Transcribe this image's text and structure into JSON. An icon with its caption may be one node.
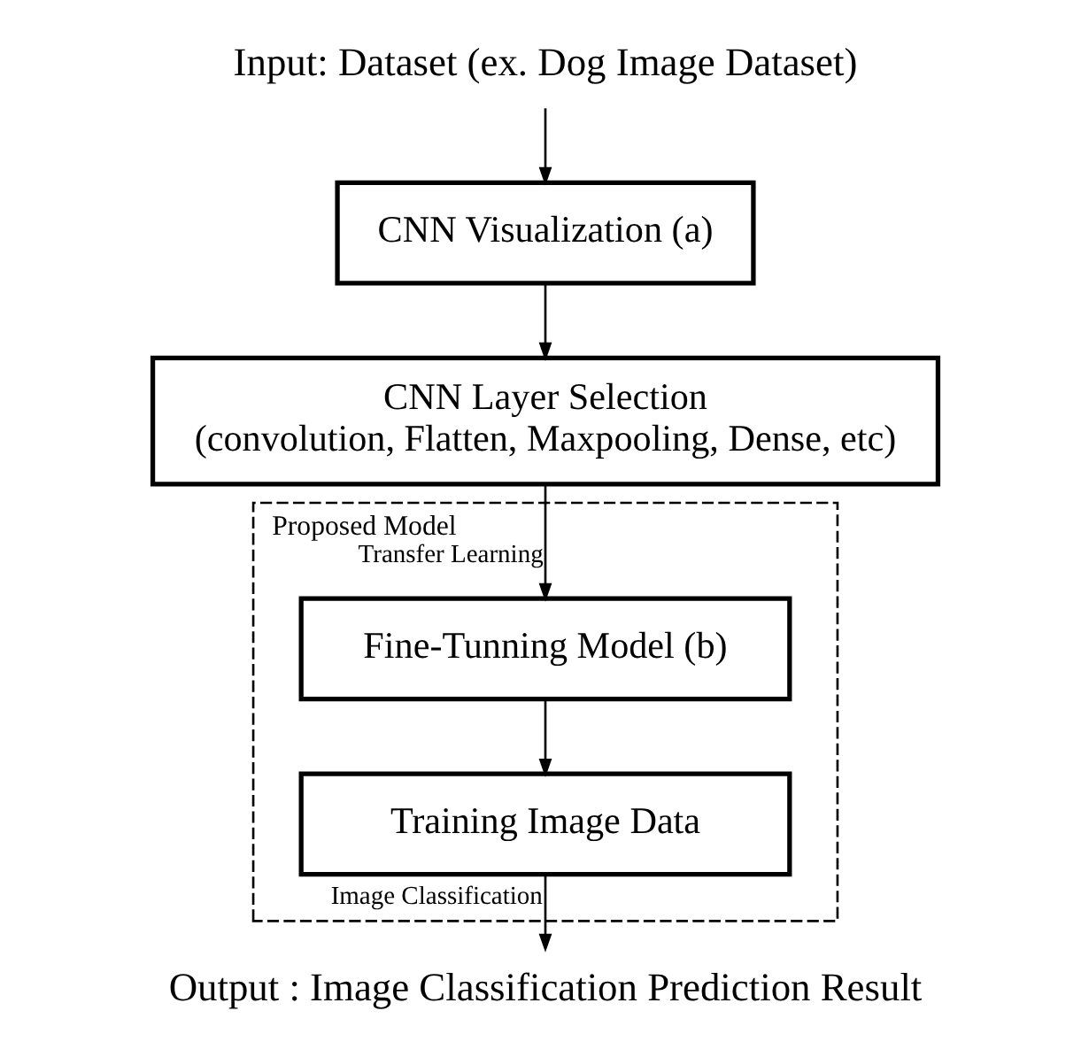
{
  "diagram": {
    "nodes": [
      {
        "text": [
          "Input: Dataset (ex. Dog Image Dataset)"
        ]
      },
      {
        "text": [
          "CNN Visualization (a)"
        ]
      },
      {
        "text": [
          "CNN Layer Selection",
          "(convolution, Flatten, Maxpooling, Dense, etc)"
        ]
      },
      {
        "text": [
          "Proposed Model"
        ]
      },
      {
        "text": [
          "Fine-Tunning Model (b)"
        ],
        "in": 3
      },
      {
        "text": [
          "Training Image Data"
        ],
        "in": 3
      },
      {
        "text": [
          "Output : Image Classification Prediction Result"
        ]
      }
    ],
    "edges": [
      {
        "from": 0,
        "to": 1,
        "arrow": "to"
      },
      {
        "from": 1,
        "to": 2,
        "arrow": "to"
      },
      {
        "from": 2,
        "to": 4,
        "arrow": "to",
        "label": "Transfer Learning"
      },
      {
        "from": 4,
        "to": 5,
        "arrow": "to"
      },
      {
        "from": 5,
        "to": 6,
        "arrow": "to",
        "label": "Image Classification"
      }
    ]
  }
}
